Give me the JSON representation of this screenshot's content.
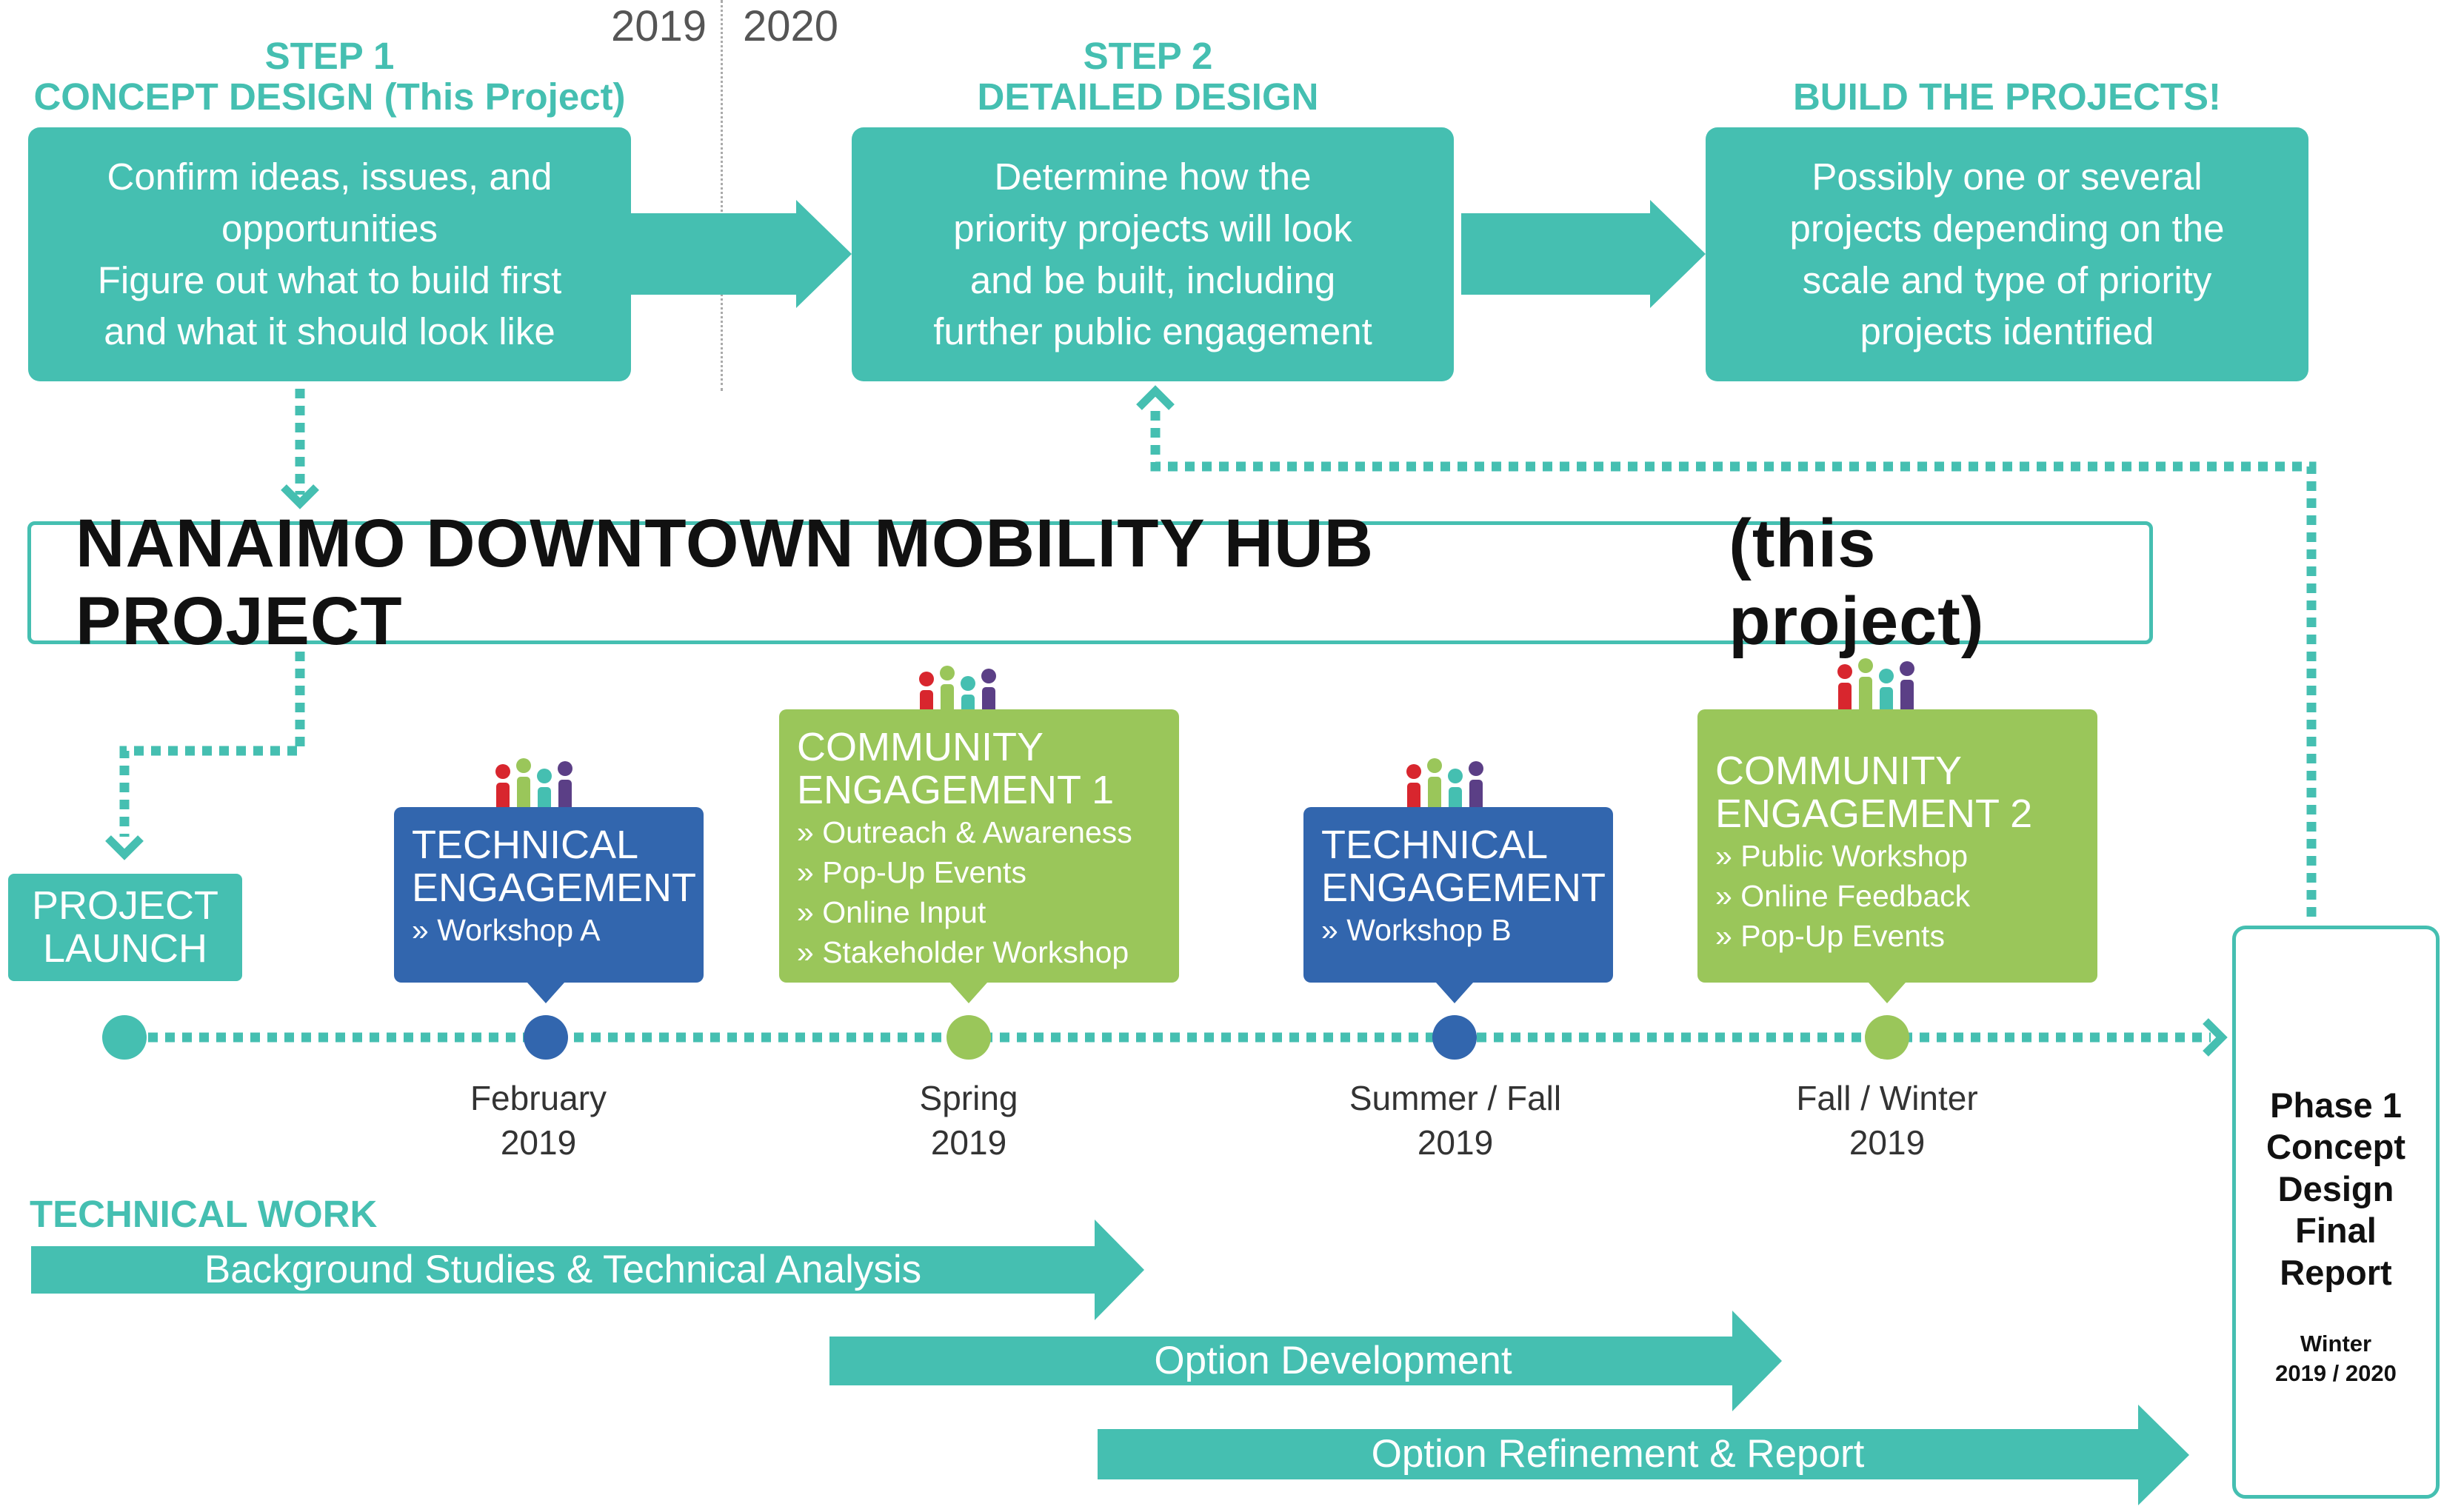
{
  "years": {
    "left": "2019",
    "right": "2020"
  },
  "steps": [
    {
      "heading": "STEP 1\nCONCEPT DESIGN (This Project)",
      "body": "Confirm ideas, issues, and\nopportunities\nFigure out what to build first\nand what it should look like"
    },
    {
      "heading": "STEP 2\nDETAILED DESIGN",
      "body": "Determine how the\npriority projects will look\nand be built, including\nfurther public engagement"
    },
    {
      "heading": "BUILD THE PROJECTS!",
      "body": "Possibly one or several\nprojects depending on the\nscale and type of priority\nprojects identified"
    }
  ],
  "project_title": {
    "main": "NANAIMO DOWNTOWN MOBILITY HUB PROJECT",
    "suffix": "(this project)"
  },
  "launch": "PROJECT\nLAUNCH",
  "events": [
    {
      "title": "TECHNICAL\nENGAGEMENT",
      "items": [
        "» Workshop A"
      ],
      "date": "February\n2019"
    },
    {
      "title": "COMMUNITY\nENGAGEMENT 1",
      "items": [
        "» Outreach & Awareness",
        "» Pop-Up Events",
        "» Online Input",
        "» Stakeholder Workshop"
      ],
      "date": "Spring\n2019"
    },
    {
      "title": "TECHNICAL\nENGAGEMENT",
      "items": [
        "» Workshop B"
      ],
      "date": "Summer / Fall\n2019"
    },
    {
      "title": "COMMUNITY\nENGAGEMENT 2",
      "items": [
        "» Public Workshop",
        "» Online Feedback",
        "» Pop-Up Events"
      ],
      "date": "Fall / Winter\n2019"
    }
  ],
  "technical_work": {
    "heading": "TECHNICAL WORK",
    "bars": [
      "Background Studies & Technical Analysis",
      "Option Development",
      "Option Refinement & Report"
    ]
  },
  "final_report": {
    "title": "Phase 1\nConcept\nDesign\nFinal\nReport",
    "date": "Winter\n2019 / 2020"
  },
  "colors": {
    "teal": "#45bfb1",
    "blue": "#3266ae",
    "green": "#9ac65a",
    "people": [
      "#d8262e",
      "#9ac65a",
      "#45bfb1",
      "#5b3f86"
    ]
  }
}
